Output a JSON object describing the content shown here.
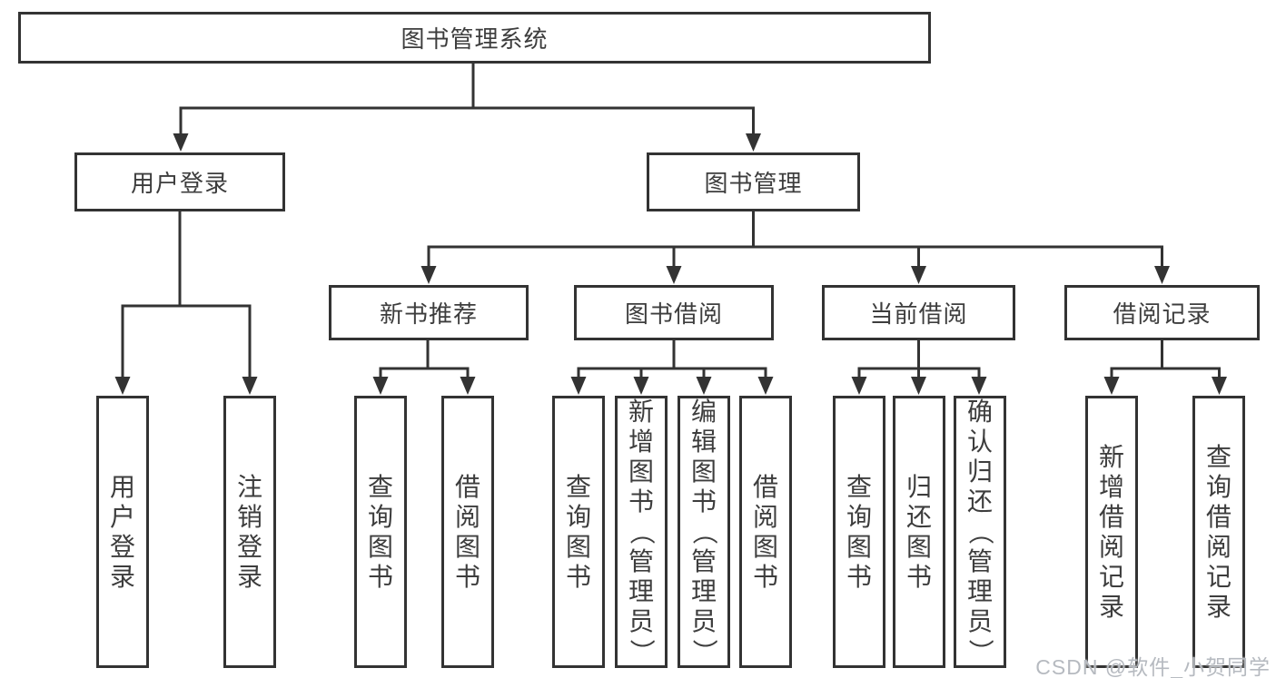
{
  "diagram": {
    "type": "hierarchy-tree",
    "root": {
      "label": "图书管理系统"
    },
    "level2": [
      {
        "label": "用户登录"
      },
      {
        "label": "图书管理"
      }
    ],
    "level3": [
      {
        "label": "新书推荐",
        "parent": "图书管理"
      },
      {
        "label": "图书借阅",
        "parent": "图书管理"
      },
      {
        "label": "当前借阅",
        "parent": "图书管理"
      },
      {
        "label": "借阅记录",
        "parent": "图书管理"
      }
    ],
    "leaves": [
      {
        "label": "用户登录",
        "parent": "用户登录"
      },
      {
        "label": "注销登录",
        "parent": "用户登录"
      },
      {
        "label": "查询图书",
        "parent": "新书推荐"
      },
      {
        "label": "借阅图书",
        "parent": "新书推荐"
      },
      {
        "label": "查询图书",
        "parent": "图书借阅"
      },
      {
        "label": "新增图书（管理员）",
        "parent": "图书借阅"
      },
      {
        "label": "编辑图书（管理员）",
        "parent": "图书借阅"
      },
      {
        "label": "借阅图书",
        "parent": "图书借阅"
      },
      {
        "label": "查询图书",
        "parent": "当前借阅"
      },
      {
        "label": "归还图书",
        "parent": "当前借阅"
      },
      {
        "label": "确认归还（管理员）",
        "parent": "当前借阅"
      },
      {
        "label": "新增借阅记录",
        "parent": "借阅记录"
      },
      {
        "label": "查询借阅记录",
        "parent": "借阅记录"
      }
    ],
    "colors": {
      "line": "#333333",
      "text": "#3d3d3d",
      "box_fill": "#ffffff",
      "background": "#ffffff",
      "watermark": "#b6bac0"
    }
  },
  "watermark": {
    "text": "CSDN @软件_小贺同学"
  }
}
